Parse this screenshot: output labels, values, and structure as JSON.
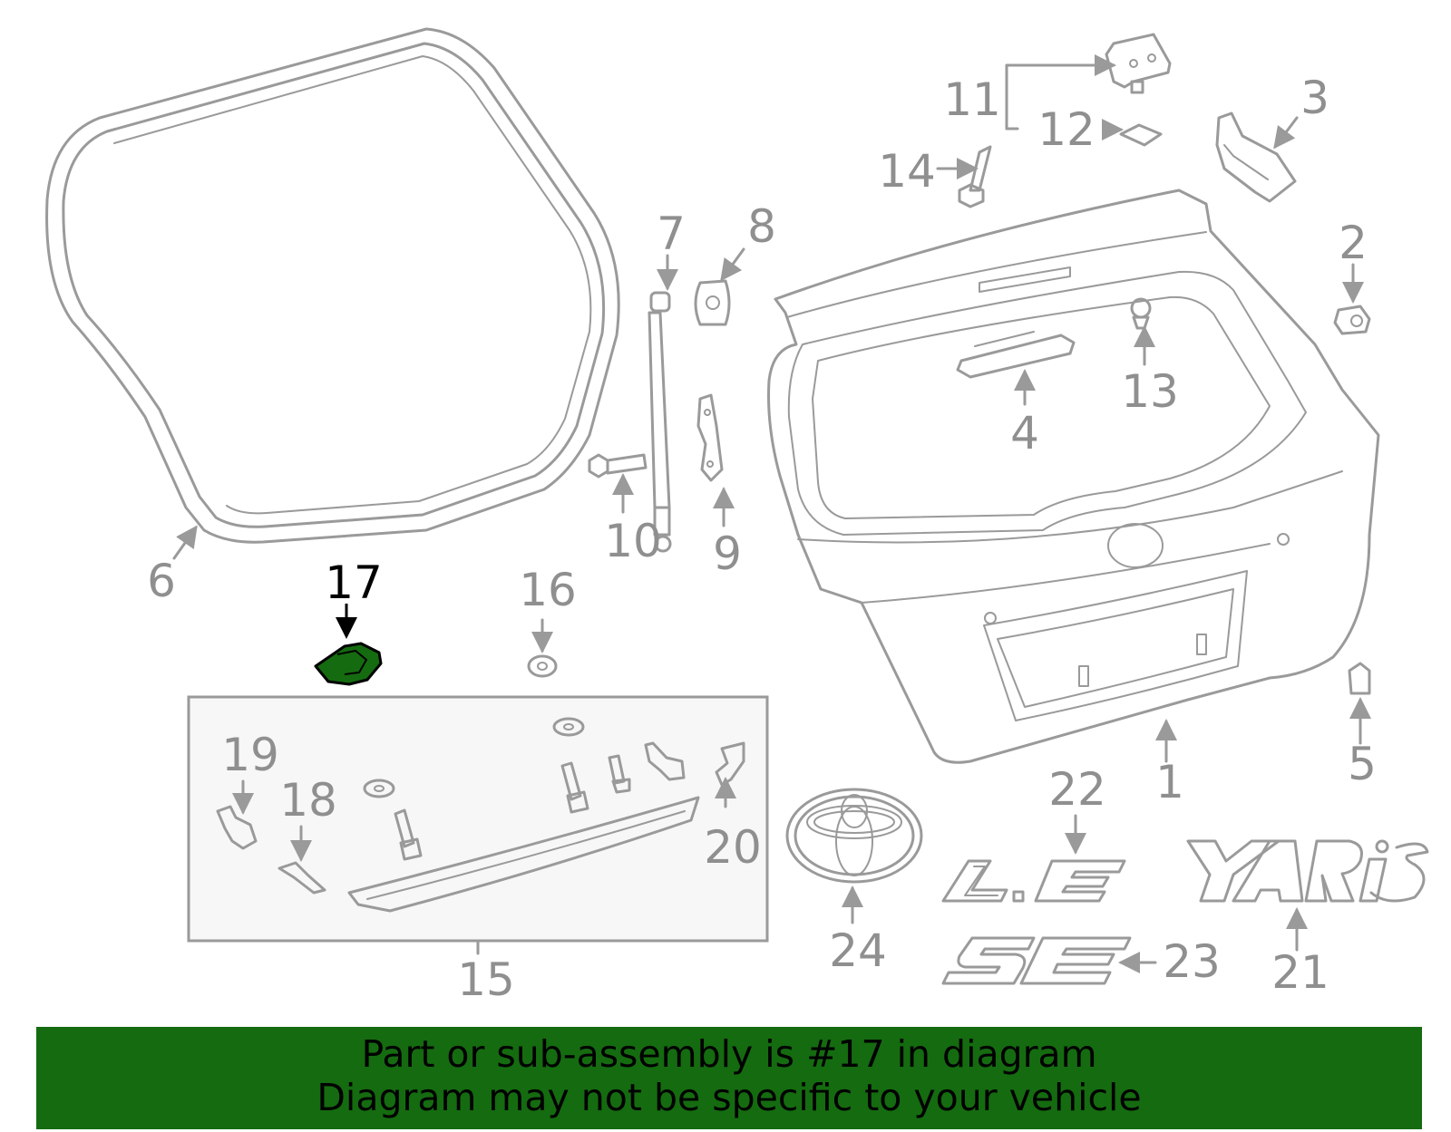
{
  "diagram": {
    "highlighted_part": "17",
    "callouts": [
      "1",
      "2",
      "3",
      "4",
      "5",
      "6",
      "7",
      "8",
      "9",
      "10",
      "11",
      "12",
      "13",
      "14",
      "15",
      "16",
      "17",
      "18",
      "19",
      "20",
      "21",
      "22",
      "23",
      "24"
    ],
    "colors": {
      "highlight": "#156b10",
      "line": "#9a9a9a",
      "label": "#8f8f8f"
    },
    "emblems": {
      "le": "L.E",
      "se": "SE",
      "yaris": "YARiS"
    }
  },
  "banner": {
    "line1": "Part or sub-assembly is #17 in diagram",
    "line2": "Diagram may not be specific to your vehicle"
  }
}
